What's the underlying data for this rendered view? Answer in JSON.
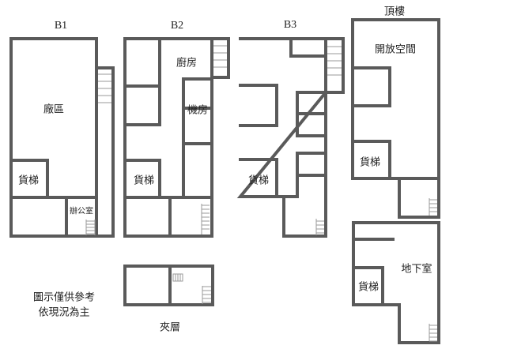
{
  "floors": {
    "b1": {
      "title": "B1",
      "rooms": {
        "factory": "廠區",
        "elevator": "貨梯",
        "office": "辦公室"
      }
    },
    "b2": {
      "title": "B2",
      "rooms": {
        "kitchen": "廚房",
        "machine_room": "機房",
        "elevator": "貨梯"
      }
    },
    "b3": {
      "title": "B3",
      "rooms": {
        "elevator": "貨梯"
      }
    },
    "roof": {
      "title": "頂樓",
      "rooms": {
        "open_space": "開放空間",
        "elevator": "貨梯"
      }
    },
    "basement": {
      "rooms": {
        "basement": "地下室",
        "elevator": "貨梯"
      }
    },
    "mezzanine": {
      "title": "夾層"
    }
  },
  "note": {
    "line1": "圖示僅供參考",
    "line2": "依現況為主"
  }
}
